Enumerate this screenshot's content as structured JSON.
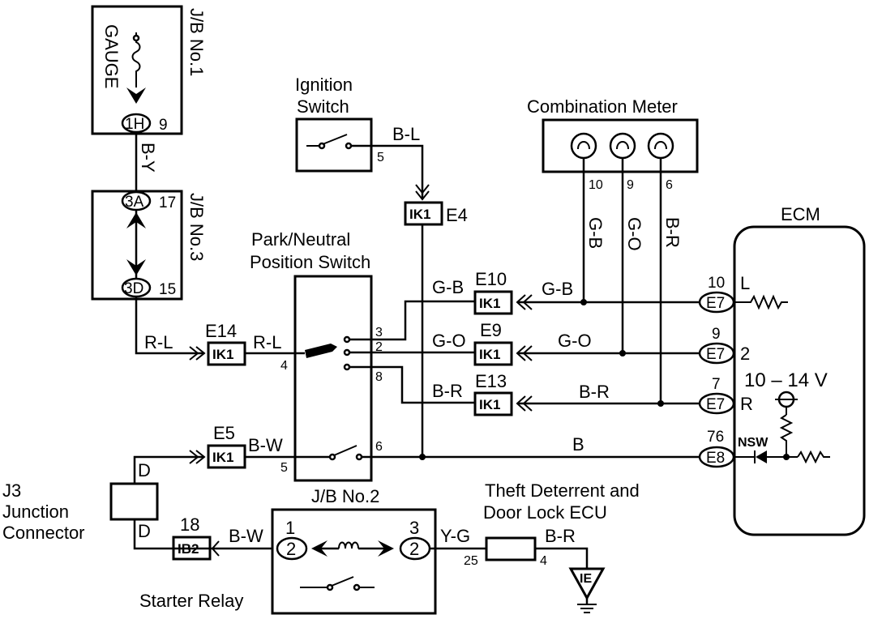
{
  "components": {
    "jb1": {
      "label": "J/B No.1",
      "fuse": "GAUGE",
      "connector": "1H",
      "pin": "9"
    },
    "jb3": {
      "label": "J/B No.3",
      "conn_top": "3A",
      "pin_top": "17",
      "conn_bottom": "3D",
      "pin_bottom": "15"
    },
    "jb2": {
      "label": "J/B No.2",
      "left_pin": "1",
      "right_pin": "3",
      "left_conn": "2",
      "right_conn": "2"
    },
    "ignition": {
      "line1": "Ignition",
      "line2": "Switch",
      "pin": "5"
    },
    "pnp": {
      "line1": "Park/Neutral",
      "line2": "Position Switch",
      "pin_in": "4",
      "pin3": "3",
      "pin2": "2",
      "pin8": "8",
      "pin6": "6",
      "pin5": "5"
    },
    "meter": {
      "label": "Combination Meter",
      "pin_a": "10",
      "pin_b": "9",
      "pin_c": "6"
    },
    "ecm": {
      "label": "ECM",
      "voltage": "10 – 14 V",
      "nsw": "NSW",
      "rows": [
        {
          "pin": "10",
          "conn": "E7",
          "sig": "L"
        },
        {
          "pin": "9",
          "conn": "E7",
          "sig": "2"
        },
        {
          "pin": "7",
          "conn": "E7",
          "sig": "R"
        },
        {
          "pin": "76",
          "conn": "E8",
          "sig": ""
        }
      ]
    },
    "j3": {
      "line1": "J3",
      "line2": "Junction",
      "line3": "Connector",
      "pin_top": "D",
      "pin_bottom": "D"
    },
    "theft": {
      "line1": "Theft Deterrent and",
      "line2": "Door Lock ECU",
      "pin_in": "25",
      "pin_out": "4"
    },
    "starter": {
      "label": "Starter Relay"
    },
    "ground": {
      "label": "IE"
    }
  },
  "connectors": {
    "e4": {
      "box": "IK1",
      "name": "E4"
    },
    "e10": {
      "box": "IK1",
      "name": "E10"
    },
    "e9": {
      "box": "IK1",
      "name": "E9"
    },
    "e13": {
      "box": "IK1",
      "name": "E13"
    },
    "e14": {
      "box": "IK1",
      "name": "E14"
    },
    "e5": {
      "box": "IK1",
      "name": "E5"
    },
    "c18": {
      "box": "IB2",
      "name": "18"
    }
  },
  "wires": {
    "by": "B-Y",
    "bl": "B-L",
    "rl_left": "R-L",
    "rl_right": "R-L",
    "gb_left": "G-B",
    "gb_right": "G-B",
    "gb_vert": "G-B",
    "go_left": "G-O",
    "go_right": "G-O",
    "go_vert": "G-O",
    "br_left": "B-R",
    "br_right": "B-R",
    "br_vert": "B-R",
    "b": "B",
    "bw_top": "B-W",
    "bw_bottom": "B-W",
    "yg": "Y-G",
    "br_theft": "B-R"
  }
}
